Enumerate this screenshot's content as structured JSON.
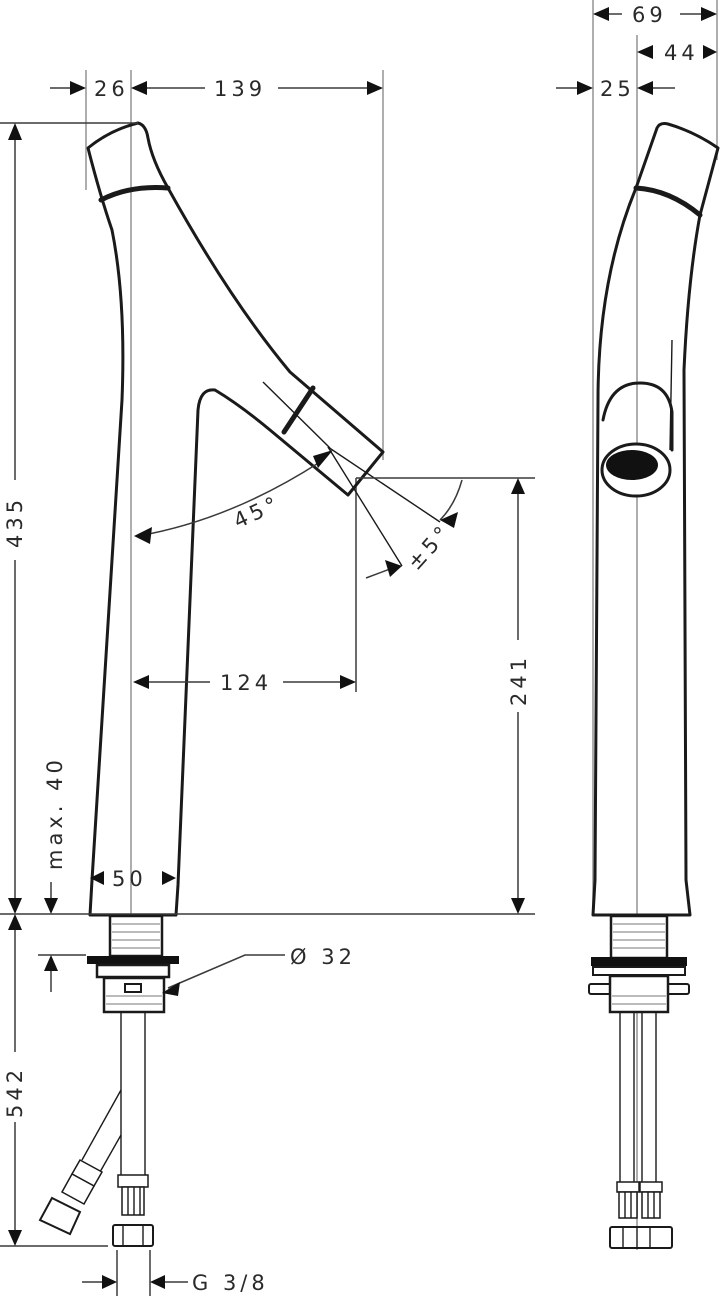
{
  "drawing": {
    "title": "Basin mixer tap technical dimension drawing",
    "views": [
      "side-view",
      "front-view"
    ],
    "units": "mm",
    "line_color": "#1a1a1a",
    "dimension_line_color": "#8a8a8a"
  },
  "dimensions": {
    "spout_head_offset": "26",
    "spout_reach_top": "139",
    "front_width_total": "69",
    "front_width_right": "44",
    "front_width_left": "25",
    "total_height": "435",
    "spray_angle": "45°",
    "spray_tolerance": "±5°",
    "spout_reach": "124",
    "outlet_height": "241",
    "max_deck_thickness": "max. 40",
    "base_width": "50",
    "mounting_diameter": "Ø 32",
    "hose_length": "542",
    "connection_thread": "G 3/8"
  }
}
